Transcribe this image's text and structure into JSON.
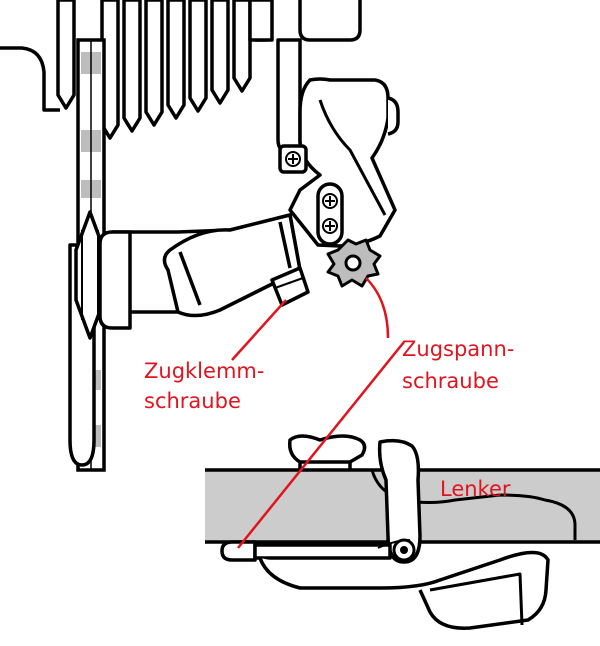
{
  "labels": {
    "cable_clamp_line1": "Zugklemm-",
    "cable_clamp_line2": "schraube",
    "tension_line1": "Zugspann-",
    "tension_line2": "schraube",
    "handlebar": "Lenker"
  },
  "colors": {
    "label": "#e0141e",
    "line": "#e0141e",
    "outline": "#000000",
    "fill": "#ffffff",
    "handlebar": "#cccccc",
    "chain_shade": "#bdbdbd"
  }
}
